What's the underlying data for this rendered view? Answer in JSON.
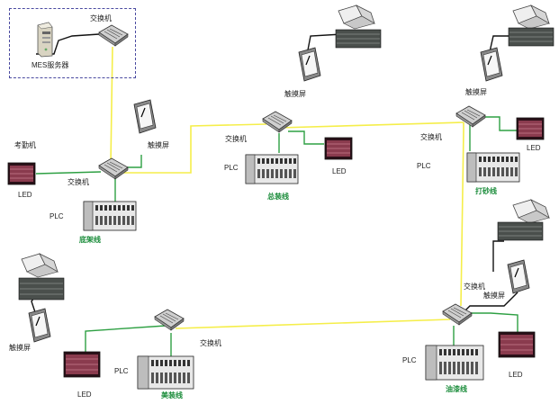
{
  "colors": {
    "ethernet": "#f5ee4a",
    "control": "#2ea043",
    "cable": "#111111",
    "zone_border": "#4a4aa0",
    "line_label": "#1a8c3a"
  },
  "labels": {
    "mes_server": "MES服务器",
    "switch_top": "交换机",
    "touch_main": "触摸屏",
    "attendance": "考勤机",
    "led_left": "LED",
    "switch_left": "交换机",
    "plc_left": "PLC",
    "line_frame": "底架线",
    "touch_assembly": "触摸屏",
    "switch_assembly": "交换机",
    "plc_assembly": "PLC",
    "led_assembly": "LED",
    "line_assembly": "总装线",
    "touch_sanding": "触摸屏",
    "switch_sanding": "交换机",
    "plc_sanding": "PLC",
    "led_sanding": "LED",
    "line_sanding": "打砂线",
    "touch_bl": "触摸屏",
    "led_bl": "LED",
    "plc_bl": "PLC",
    "switch_bottom": "交换机",
    "line_beauty": "美装线",
    "switch_paint": "交换机",
    "touch_paint": "触摸屏",
    "plc_paint": "PLC",
    "led_paint": "LED",
    "line_paint": "油漆线"
  },
  "icons": {
    "server": "server-tower-icon",
    "switch": "network-switch-icon",
    "touch": "touch-panel-icon",
    "led": "led-display-icon",
    "plc": "plc-rack-icon",
    "scanner": "barcode-scanner-icon",
    "stack": "equipment-rack-icon"
  }
}
